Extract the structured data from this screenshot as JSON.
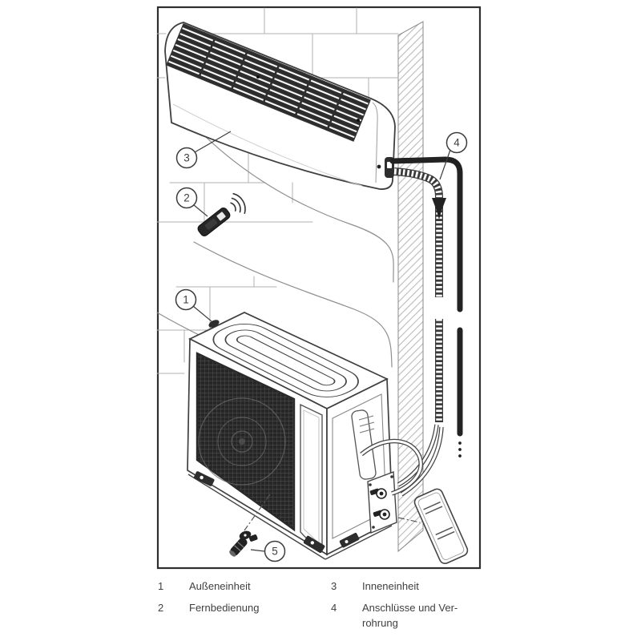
{
  "figure": {
    "kind": "installation-overview-illustration",
    "description": "Split-Klimagerät Systemübersicht"
  },
  "diagram": {
    "callouts": [
      "1",
      "2",
      "3",
      "4",
      "5"
    ]
  },
  "legend": {
    "items": [
      {
        "number": "1",
        "label": "Außeneinheit"
      },
      {
        "number": "2",
        "label": "Fernbedienung"
      },
      {
        "number": "3",
        "label": "Inneneinheit"
      },
      {
        "number": "4",
        "label": "Anschlüsse und Ver-\nrohrung"
      }
    ]
  },
  "colors": {
    "line": "#3d3d3d",
    "dark_fill": "#2c2c2c",
    "brick_line": "#b0b0b0",
    "background": "#ffffff"
  }
}
